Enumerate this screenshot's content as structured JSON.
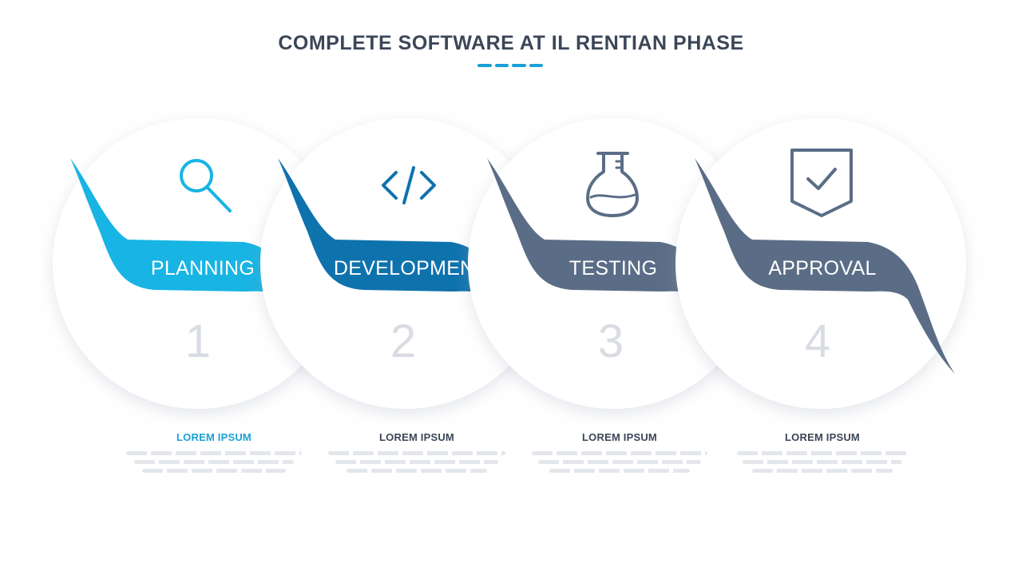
{
  "title": "COMPLETE SOFTWARE AT IL RENTIAN PHASE",
  "colors": {
    "accent": "#1ba0d8",
    "stage1": "#17b4e4",
    "stage2": "#0e72ad",
    "stage3": "#5b6d86",
    "stage4": "#5b6d86",
    "number": "#d9dde3",
    "title": "#3b4658"
  },
  "stages": [
    {
      "label": "PLANNING",
      "number": "1",
      "icon": "search-icon",
      "heading": "LOREM IPSUM",
      "heading_color": "#1ba0d8"
    },
    {
      "label": "DEVELOPMENT",
      "number": "2",
      "icon": "code-icon",
      "heading": "LOREM IPSUM",
      "heading_color": "#3b4658"
    },
    {
      "label": "TESTING",
      "number": "3",
      "icon": "flask-icon",
      "heading": "LOREM IPSUM",
      "heading_color": "#3b4658"
    },
    {
      "label": "APPROVAL",
      "number": "4",
      "icon": "shield-check-icon",
      "heading": "LOREM IPSUM",
      "heading_color": "#3b4658"
    }
  ]
}
